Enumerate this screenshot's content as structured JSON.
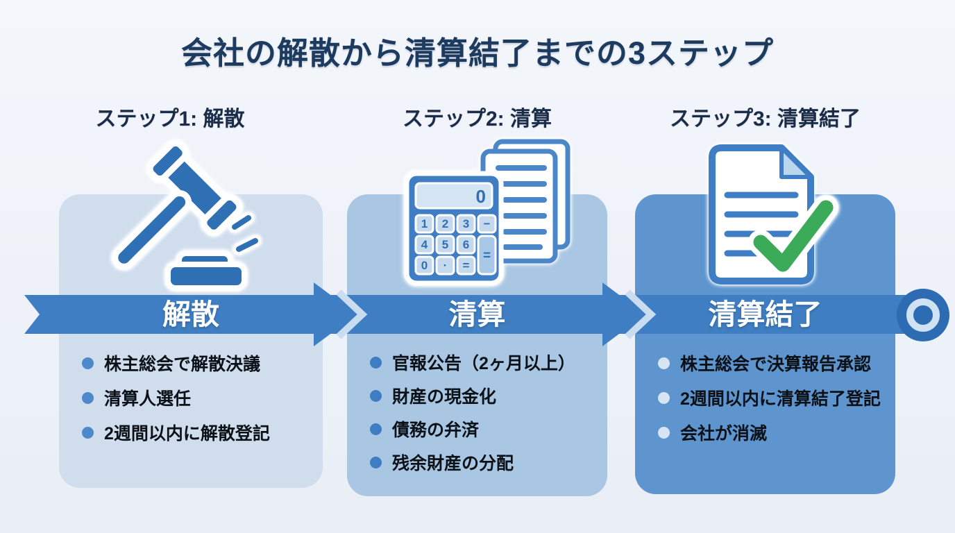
{
  "title": "会社の解散から清算結了までの3ステップ",
  "steps": [
    {
      "header": "ステップ1: 解散",
      "band_label": "解散",
      "icon": "gavel-icon",
      "bullets": [
        "株主総会で解散決議",
        "清算人選任",
        "2週間以内に解散登記"
      ]
    },
    {
      "header": "ステップ2: 清算",
      "band_label": "清算",
      "icon": "calculator-documents-icon",
      "calculator": {
        "screen": "0",
        "keys": [
          "1",
          "2",
          "3",
          "−",
          "4",
          "5",
          "6",
          "0",
          "·",
          "="
        ],
        "tall_key": "="
      },
      "bullets": [
        "官報公告（2ヶ月以上）",
        "財産の現金化",
        "債務の弁済",
        "残余財産の分配"
      ]
    },
    {
      "header": "ステップ3: 清算結了",
      "band_label": "清算結了",
      "icon": "document-check-icon",
      "bullets": [
        "株主総会で決算報告承認",
        "2週間以内に清算結了登記",
        "会社が消滅"
      ]
    }
  ],
  "colors": {
    "band_blue": "#3f7ec2",
    "card1_bg": "#cfdded",
    "card2_bg": "#a9c7e3",
    "card3_bg": "#5e95cf",
    "icon_blue": "#2f6fb3",
    "check_green": "#3bab5a",
    "title_text": "#1d3a5f",
    "bullet_text": "#0c1118"
  }
}
